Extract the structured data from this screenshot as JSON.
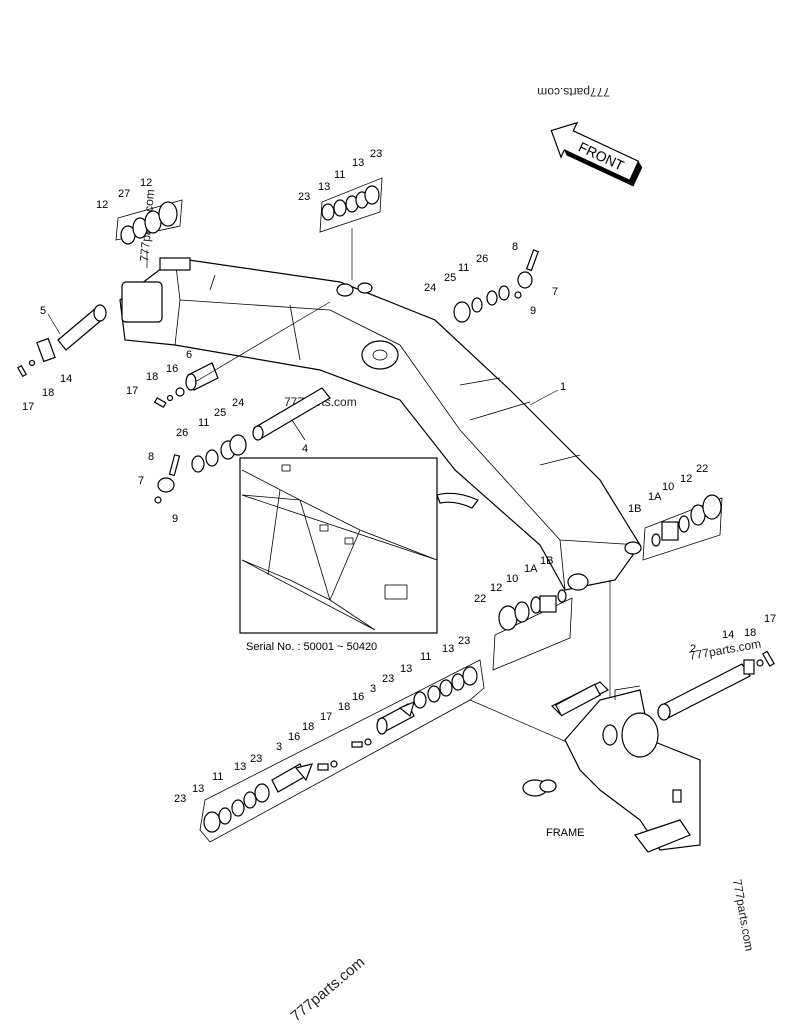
{
  "watermark": "777parts.com",
  "front_label": "FRONT",
  "serial_note": "Serial No. : 50001 ~ 50420",
  "frame_label": "FRAME",
  "callouts": {
    "c1": "1",
    "c1a_a": "1A",
    "c1a_b": "1A",
    "c1b_a": "1B",
    "c1b_b": "1B",
    "c2": "2",
    "c3_a": "3",
    "c3_b": "3",
    "c4": "4",
    "c5": "5",
    "c6": "6",
    "c7_a": "7",
    "c7_b": "7",
    "c8_a": "8",
    "c8_b": "8",
    "c9_a": "9",
    "c9_b": "9",
    "c10_a": "10",
    "c10_b": "10",
    "c11_a": "11",
    "c11_b": "11",
    "c11_c": "11",
    "c11_d": "11",
    "c11_e": "11",
    "c12_a": "12",
    "c12_b": "12",
    "c12_c": "12",
    "c12_d": "12",
    "c13_a": "13",
    "c13_b": "13",
    "c13_c": "13",
    "c13_d": "13",
    "c13_e": "13",
    "c13_f": "13",
    "c14_a": "14",
    "c14_b": "14",
    "c16_a": "16",
    "c16_b": "16",
    "c16_c": "16",
    "c17_a": "17",
    "c17_b": "17",
    "c17_c": "17",
    "c17_d": "17",
    "c18_a": "18",
    "c18_b": "18",
    "c18_c": "18",
    "c18_d": "18",
    "c22_a": "22",
    "c22_b": "22",
    "c23_a": "23",
    "c23_b": "23",
    "c23_c": "23",
    "c23_d": "23",
    "c23_e": "23",
    "c23_f": "23",
    "c24_a": "24",
    "c24_b": "24",
    "c25_a": "25",
    "c25_b": "25",
    "c26_a": "26",
    "c26_b": "26",
    "c27": "27"
  }
}
